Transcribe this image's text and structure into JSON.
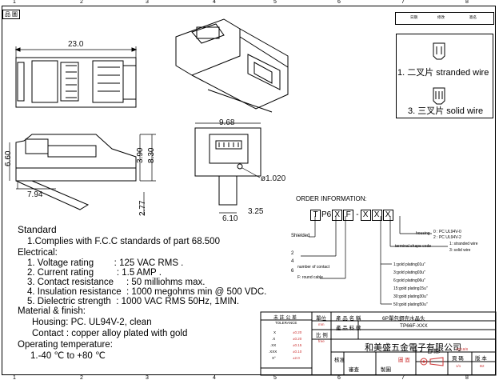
{
  "sheet": {
    "zones": [
      "1",
      "2",
      "3",
      "4",
      "5",
      "6",
      "7",
      "8"
    ],
    "sheet_tag": "品 圖",
    "top_right_labels": [
      "日期",
      "修改",
      "簽名"
    ]
  },
  "dims": {
    "width_23": "23.0",
    "h_6_60": "6.60",
    "h_3_90": "3.90",
    "h_8_30": "8.30",
    "w_7_94": "7.94",
    "h_2_77": "2.77",
    "w_9_68": "9.68",
    "dia_1_020": "ø1.020",
    "w_6_10": "6.10",
    "w_3_25": "3.25"
  },
  "wire_types": {
    "stranded": "1. 二叉片  stranded wire",
    "solid": "3. 三叉片  solid wire"
  },
  "standard": {
    "title": "Standard",
    "complies": "1.Complies with F.C.C standards of part 68.500",
    "electrical_title": "Electrical:",
    "electrical": [
      "1. Voltage rating        : 125 VAC RMS .",
      "2. Current rating         : 1.5 AMP .",
      "3. Contact resistance     : 50 milliohms max.",
      "4. Insulation resistance  : 1000 megohms min @ 500 VDC.",
      "5. Dielectric strength  : 1000 VAC RMS 50Hz, 1MIN."
    ],
    "material_title": "Material & finish:",
    "housing": "Housing: PC. UL94V-2, clean",
    "contact": "Contact : copper alloy plated with gold",
    "temp_title": "Operating temperature:",
    "temp": "1.-40 ℃ to +80 ℃"
  },
  "order": {
    "title": "ORDER INFORMATION:",
    "code_boxes": [
      "T",
      "P6",
      "X",
      "F",
      "-",
      "X",
      "X",
      "X"
    ],
    "shielded": "Shielded",
    "contacts": [
      "2",
      "4",
      "6"
    ],
    "number_of_contact": "number of contact",
    "round_cable": "F: round  cable",
    "housing_opts": [
      "0 : PC UL94V-0",
      "2 : PC UL94V-2"
    ],
    "housing_label": "housing",
    "terminal_label": "terminal shape code",
    "terminal_opts": [
      "1: stranded wire",
      "3: solid wire"
    ],
    "plating": [
      "1:gold plating01u\"",
      "3:gold plating03u\"",
      "6:gold plating06u\"",
      "15:gold plating15u\"",
      "30:gold plating30u\"",
      "50:gold plating50u\""
    ]
  },
  "title_block": {
    "tolerance_title": "未 註 公 差",
    "tolerance_sub": "TOLERANCE",
    "tolerance_rows": [
      [
        "X",
        "±0.20"
      ],
      [
        ".X",
        "±0.20"
      ],
      [
        ".XX",
        "±0.15"
      ],
      [
        ".XXX",
        "±0.10"
      ],
      [
        "X°",
        "±2.0"
      ]
    ],
    "unit_label": "單位",
    "unit_value": "mm",
    "scale_label": "比 例",
    "scale_value": "free",
    "name_label": "產 品 名 稱",
    "name_value": "6P單包鋼壳水晶头",
    "part_label": "產 品 料 號",
    "part_value": "TP66F-XXX",
    "company": "和美盛五金電子有限公司",
    "date_label": "日 期:",
    "date_value": "10/18/8",
    "drawing_label": "圖 面",
    "approve_label": "核准",
    "review_label": "審查",
    "draw_label": "製圖",
    "sheet_label": "頁 碼",
    "version_label": "版 本",
    "sheet_value": "1/1",
    "version_value": "B2"
  }
}
